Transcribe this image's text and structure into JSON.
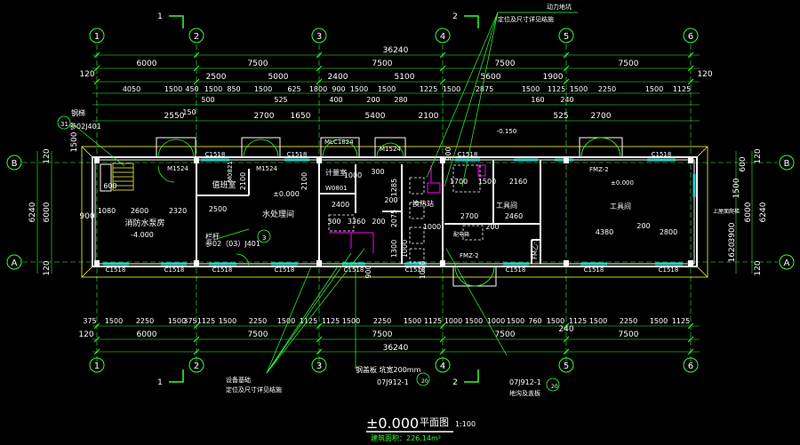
{
  "colors": {
    "background": "#000000",
    "wall": "#ffffff",
    "dim": "#33ff33",
    "axis": "#33ff33",
    "window": "#33cccc",
    "door": "#33ff33",
    "leader": "#33ff33",
    "magenta": "#ff00ff",
    "yellow": "#ffff33"
  },
  "axes_top": [
    "1",
    "2",
    "3",
    "4",
    "5",
    "6"
  ],
  "axes_side": [
    "B",
    "A"
  ],
  "section_marks": [
    "1",
    "2",
    "1",
    "2"
  ],
  "dims_top": {
    "total": "36240",
    "row2": [
      "6000",
      "7500",
      "7500",
      "7500",
      "7500"
    ],
    "row3": [
      "5000",
      "2400",
      "5100",
      "5600",
      "1900"
    ],
    "row3_left": "2500",
    "row4": [
      "4050",
      "1500",
      "450",
      "1500",
      "850",
      "1500",
      "625",
      "1800",
      "900",
      "1500",
      "1500",
      "1225",
      "1500",
      "2875",
      "1500",
      "1125",
      "1500",
      "2250",
      "1500",
      "1125"
    ],
    "row4b": [
      "500",
      "525",
      "400",
      "200",
      "280",
      "160",
      "240",
      "150"
    ],
    "row5": [
      "2550",
      "2700",
      "1650",
      "5400",
      "2100",
      "525",
      "2700"
    ],
    "edge": [
      "120",
      "120"
    ]
  },
  "dims_bottom": {
    "row1": [
      "375",
      "1500",
      "2250",
      "1500",
      "375",
      "1125",
      "1500",
      "2250",
      "1500",
      "1125",
      "1125",
      "1500",
      "2250",
      "1500",
      "1125",
      "1000",
      "1500",
      "1000",
      "1500",
      "760",
      "1500",
      "1125",
      "1500",
      "2250",
      "1500",
      "1125"
    ],
    "row2": [
      "120",
      "6000",
      "7500",
      "7500",
      "7500",
      "7500"
    ],
    "total": "36240",
    "extra": "240"
  },
  "dims_left": [
    "1500",
    "6240",
    "6000",
    "120",
    "120",
    "900"
  ],
  "dims_right": [
    "120",
    "1500",
    "600",
    "6240",
    "6000",
    "3900",
    "1620",
    "120"
  ],
  "rooms": {
    "fire_pump": "消防水泵房",
    "fire_pump_level": "-4.000",
    "duty_room": "值班室",
    "water_room": "水处理间",
    "meter_room": "计量室",
    "heat_room": "换热站",
    "tool_room1": "工具间",
    "tool_room2": "工具间",
    "level_0_a": "±0.000",
    "level_0_b": "±0.000",
    "level_minus": "-0.150"
  },
  "doors": [
    "M1524",
    "M1524",
    "M0821",
    "M1524",
    "MLC1824",
    "FMZ-2",
    "FMZ-2",
    "FM乙-1"
  ],
  "windows": [
    "C1518",
    "C1518",
    "C1518",
    "C1518",
    "C1518",
    "C1518",
    "C1518",
    "C1518",
    "C1518",
    "C1518",
    "C1518",
    "C1518",
    "C1518"
  ],
  "inner_dims": [
    "600",
    "1080",
    "2600",
    "2320",
    "2100",
    "2500",
    "2100",
    "300",
    "1000",
    "2400",
    "300",
    "3360",
    "200",
    "200",
    "2075",
    "1000",
    "1300",
    "1000",
    "1285",
    "900",
    "1700",
    "1500",
    "2160",
    "2700",
    "2460",
    "200",
    "4380",
    "200",
    "2800",
    "900",
    "1000"
  ],
  "annotations": {
    "stair": "钢梯",
    "stair_ref": "参02J401",
    "stair_ref_num": "31",
    "rail": "栏杆",
    "rail_ref": "参02（03）J401",
    "rail_ref_num": "3",
    "power_line1": "动力地坑",
    "power_line2": "定位及尺寸详见结施",
    "equip_base1": "设备基础",
    "equip_base2": "定位及尺寸详见结施",
    "cover1": "钢盖板 坑宽200mm",
    "cover1_ref": "07J912-1",
    "cover1_num": "20",
    "cover2_ref": "07J912-1",
    "cover2_note": "地沟及盖板",
    "cover2_num": "20",
    "dist_box": "配电箱",
    "side_note": "上屋面爬梯",
    "w0801": "W0801"
  },
  "title": {
    "level": "±0.000",
    "name": "平面图",
    "scale": "1:100",
    "area": "建筑面积：226.14m²"
  }
}
